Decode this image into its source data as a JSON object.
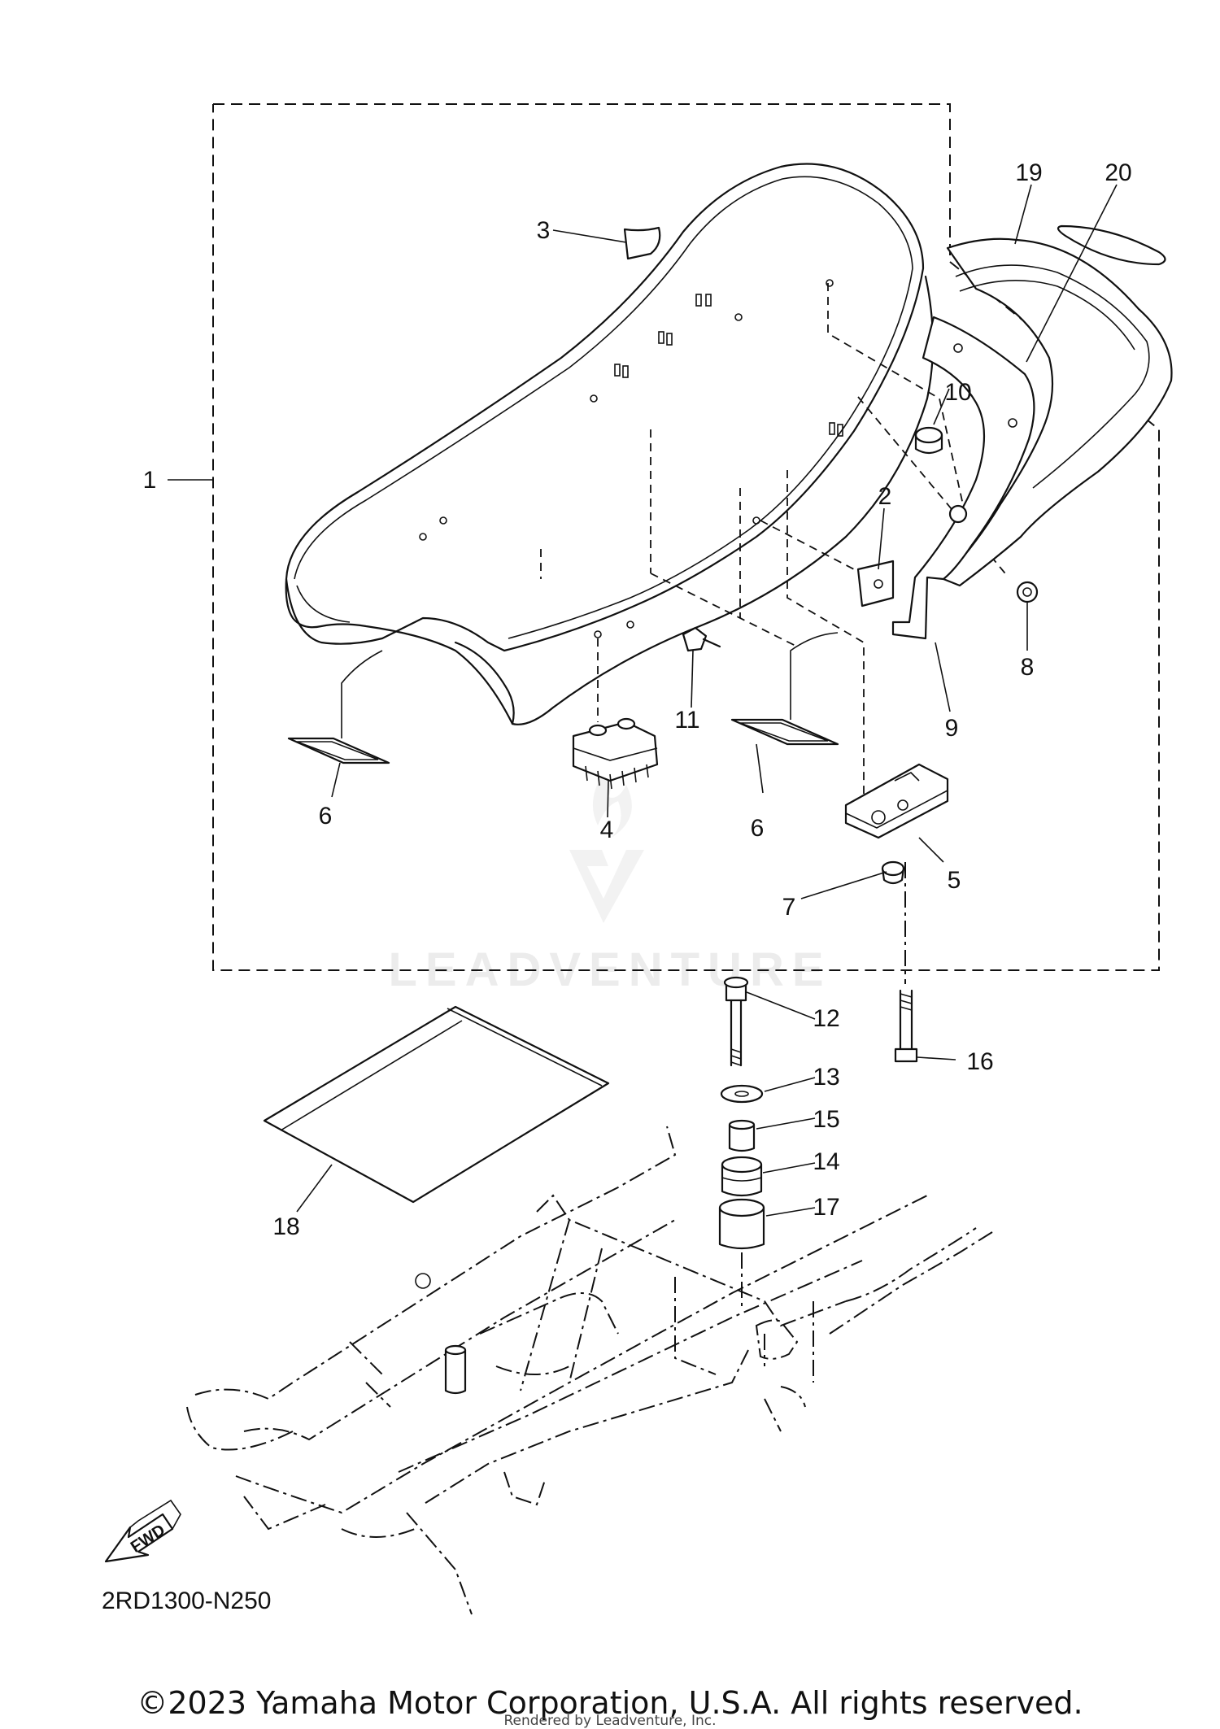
{
  "diagram_code": "2RD1300-N250",
  "fwd_label": "FWD",
  "watermark": "LEADVENTURE",
  "copyright": "©2023 Yamaha Motor Corporation, U.S.A. All rights reserved.",
  "rendered_by": "Rendered by Leadventure, Inc.",
  "parts": [
    "1",
    "2",
    "3",
    "4",
    "5",
    "6",
    "6",
    "7",
    "8",
    "9",
    "10",
    "11",
    "12",
    "13",
    "14",
    "15",
    "16",
    "17",
    "18",
    "19",
    "20"
  ]
}
